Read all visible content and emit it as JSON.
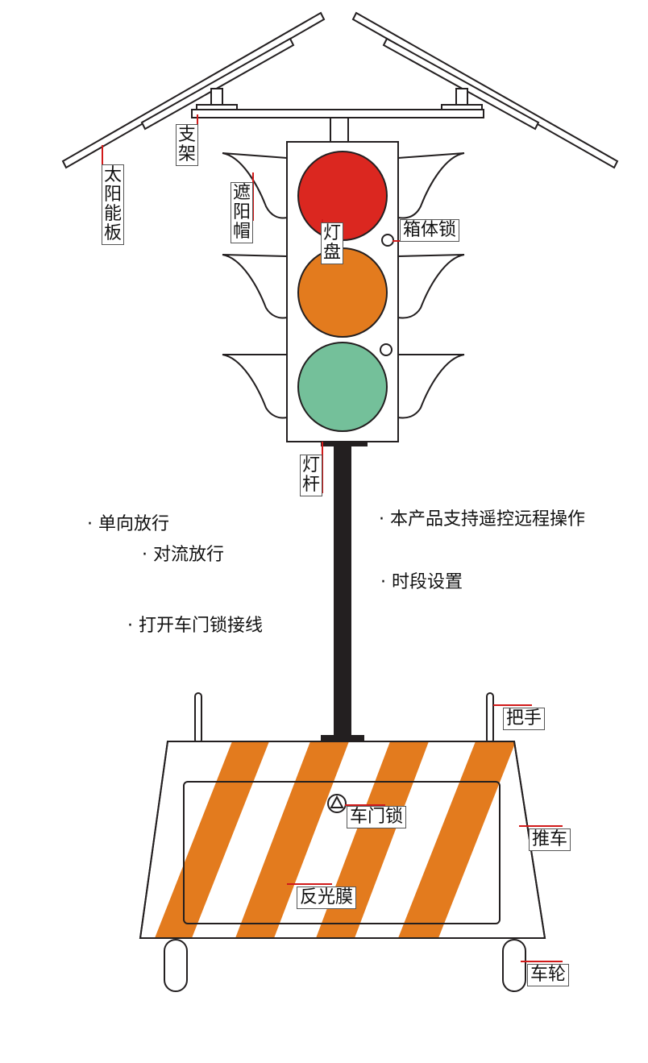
{
  "colors": {
    "red_light": "#db2720",
    "amber_light": "#e37b1e",
    "green_light": "#74c09a",
    "stripe_orange": "#e37b1e",
    "pole": "#231f20",
    "leader": "#d11a1a"
  },
  "labels": {
    "solar_panel": "太阳能板",
    "bracket": "支架",
    "visor": "遮阳帽",
    "lamp_plate": "灯盘",
    "box_lock": "箱体锁",
    "pole": "灯杆",
    "handle": "把手",
    "door_lock": "车门锁",
    "cart": "推车",
    "reflective_film": "反光膜",
    "wheel": "车轮"
  },
  "features": {
    "one_way": "· 单向放行",
    "two_way": "· 对流放行",
    "open_lock_wiring": "· 打开车门锁接线",
    "remote_control": "· 本产品支持遥控远程操作",
    "time_period": "· 时段设置"
  }
}
